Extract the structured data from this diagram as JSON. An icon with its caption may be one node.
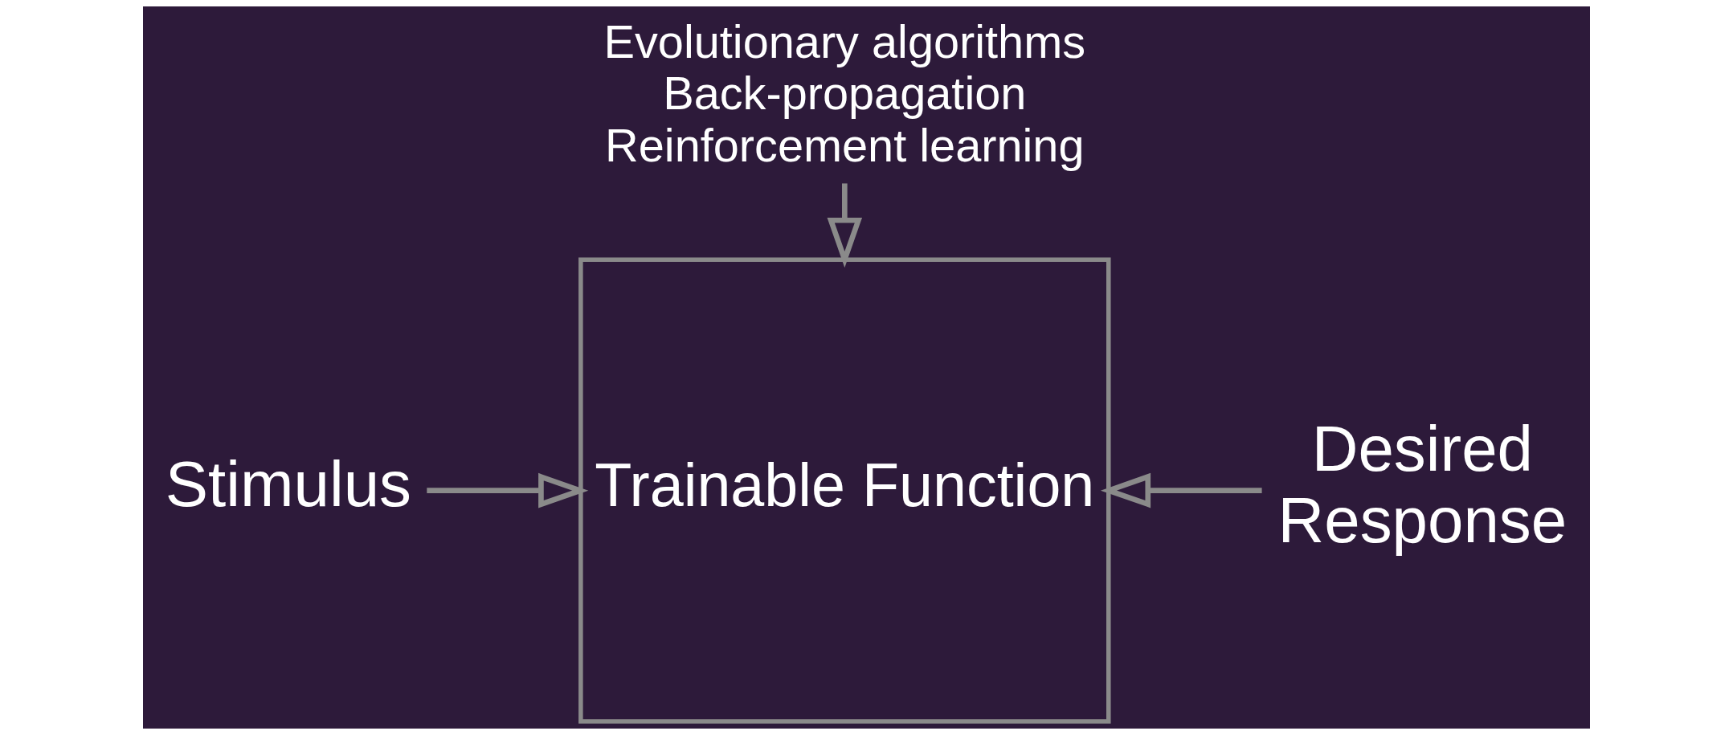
{
  "diagram": {
    "nodes": [
      {
        "text": [
          "Evolutionary algorithms",
          "Back-propagation",
          "Reinforcement learning"
        ]
      },
      {
        "text": [
          "Stimulus"
        ]
      },
      {
        "text": [
          "Trainable Function"
        ]
      },
      {
        "text": [
          "Desired Response"
        ]
      }
    ],
    "edges": [
      {
        "from": 0,
        "to": 2,
        "arrow": "to"
      },
      {
        "from": 1,
        "to": 2,
        "arrow": "to"
      },
      {
        "from": 3,
        "to": 2,
        "arrow": "to"
      }
    ]
  }
}
